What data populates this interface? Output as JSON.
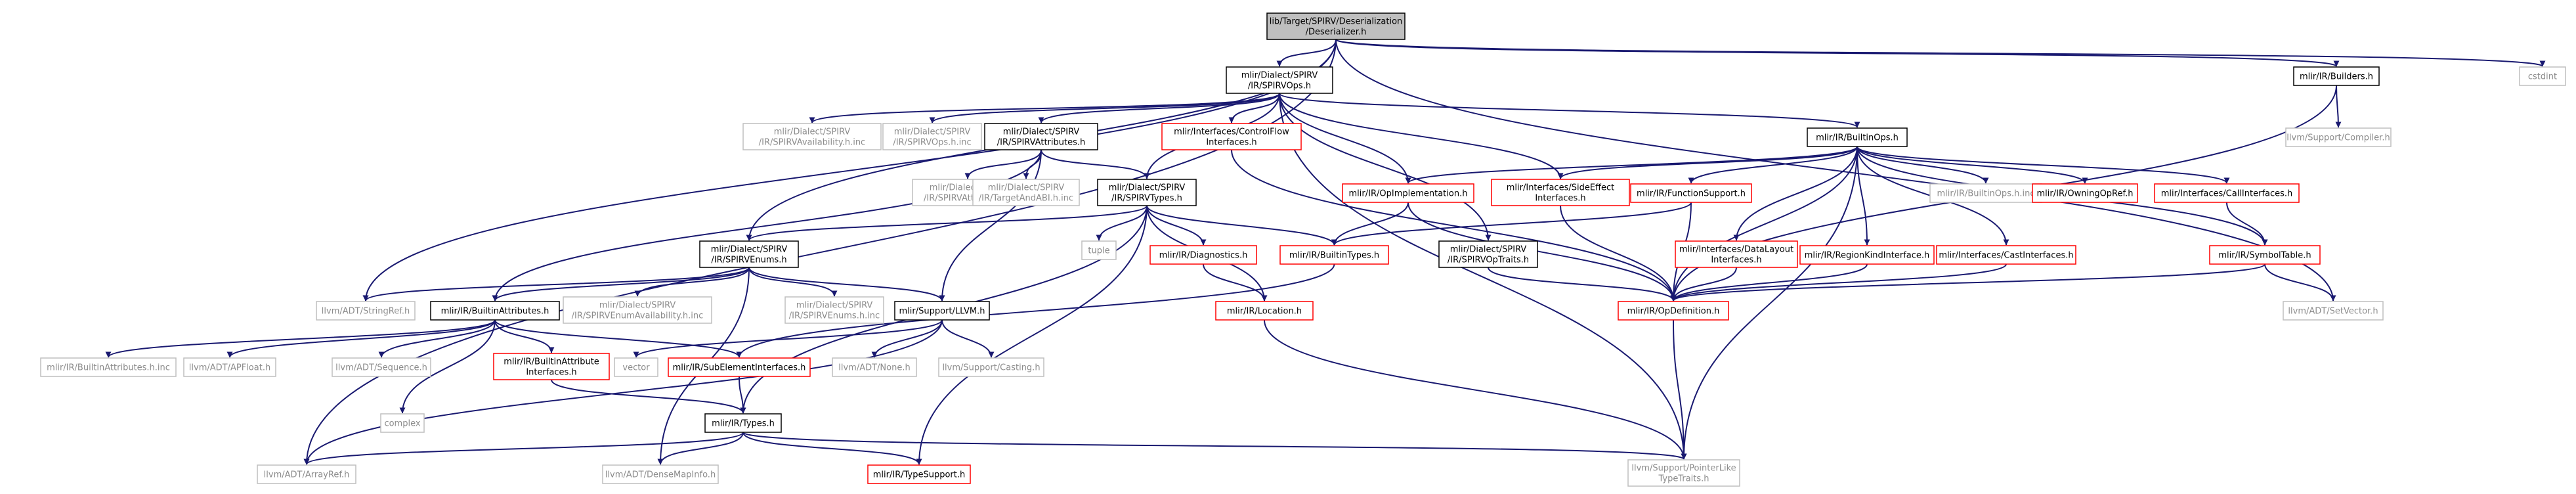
{
  "colors": {
    "edge": "#191970",
    "border_normal": "#000000",
    "border_missing": "#bfbfbf",
    "border_truncated": "#ff0000",
    "fill_root": "#bfbfbf",
    "fill_node": "#ffffff",
    "text_missing": "#8c8c8c"
  },
  "nodes": [
    {
      "id": "root",
      "lines": [
        "lib/Target/SPIRV/Deserialization",
        "/Deserializer.h"
      ],
      "kind": "root"
    },
    {
      "id": "spirvops",
      "lines": [
        "mlir/Dialect/SPIRV",
        "/IR/SPIRVOps.h"
      ],
      "kind": "normal"
    },
    {
      "id": "builders",
      "lines": [
        "mlir/IR/Builders.h"
      ],
      "kind": "normal"
    },
    {
      "id": "cstdint",
      "lines": [
        "cstdint"
      ],
      "kind": "missing"
    },
    {
      "id": "availinc",
      "lines": [
        "mlir/Dialect/SPIRV",
        "/IR/SPIRVAvailability.h.inc"
      ],
      "kind": "missing"
    },
    {
      "id": "opsinc",
      "lines": [
        "mlir/Dialect/SPIRV",
        "/IR/SPIRVOps.h.inc"
      ],
      "kind": "missing"
    },
    {
      "id": "attrs",
      "lines": [
        "mlir/Dialect/SPIRV",
        "/IR/SPIRVAttributes.h"
      ],
      "kind": "normal"
    },
    {
      "id": "cfiface",
      "lines": [
        "mlir/Interfaces/ControlFlow",
        "Interfaces.h"
      ],
      "kind": "truncated"
    },
    {
      "id": "builtinops",
      "lines": [
        "mlir/IR/BuiltinOps.h"
      ],
      "kind": "normal"
    },
    {
      "id": "compiler",
      "lines": [
        "llvm/Support/Compiler.h"
      ],
      "kind": "missing"
    },
    {
      "id": "attrutils",
      "lines": [
        "mlir/Dialect/SPIRV",
        "/IR/SPIRVAttrUtils.inc"
      ],
      "kind": "missing"
    },
    {
      "id": "targetabi",
      "lines": [
        "mlir/Dialect/SPIRV",
        "/IR/TargetAndABI.h.inc"
      ],
      "kind": "missing"
    },
    {
      "id": "types",
      "lines": [
        "mlir/Dialect/SPIRV",
        "/IR/SPIRVTypes.h"
      ],
      "kind": "normal"
    },
    {
      "id": "opimpl",
      "lines": [
        "mlir/IR/OpImplementation.h"
      ],
      "kind": "truncated"
    },
    {
      "id": "sideeff",
      "lines": [
        "mlir/Interfaces/SideEffect",
        "Interfaces.h"
      ],
      "kind": "truncated"
    },
    {
      "id": "funcsupport",
      "lines": [
        "mlir/IR/FunctionSupport.h"
      ],
      "kind": "truncated"
    },
    {
      "id": "builtinopsinc",
      "lines": [
        "mlir/IR/BuiltinOps.h.inc"
      ],
      "kind": "missing"
    },
    {
      "id": "owningopref",
      "lines": [
        "mlir/IR/OwningOpRef.h"
      ],
      "kind": "truncated"
    },
    {
      "id": "calliface",
      "lines": [
        "mlir/Interfaces/CallInterfaces.h"
      ],
      "kind": "truncated"
    },
    {
      "id": "enums",
      "lines": [
        "mlir/Dialect/SPIRV",
        "/IR/SPIRVEnums.h"
      ],
      "kind": "normal"
    },
    {
      "id": "tuple",
      "lines": [
        "tuple"
      ],
      "kind": "missing"
    },
    {
      "id": "diagnostics",
      "lines": [
        "mlir/IR/Diagnostics.h"
      ],
      "kind": "truncated"
    },
    {
      "id": "builtintypes",
      "lines": [
        "mlir/IR/BuiltinTypes.h"
      ],
      "kind": "truncated"
    },
    {
      "id": "optraits",
      "lines": [
        "mlir/Dialect/SPIRV",
        "/IR/SPIRVOpTraits.h"
      ],
      "kind": "normal"
    },
    {
      "id": "dlayout",
      "lines": [
        "mlir/Interfaces/DataLayout",
        "Interfaces.h"
      ],
      "kind": "truncated"
    },
    {
      "id": "regionkind",
      "lines": [
        "mlir/IR/RegionKindInterface.h"
      ],
      "kind": "truncated"
    },
    {
      "id": "castiface",
      "lines": [
        "mlir/Interfaces/CastInterfaces.h"
      ],
      "kind": "truncated"
    },
    {
      "id": "symtable",
      "lines": [
        "mlir/IR/SymbolTable.h"
      ],
      "kind": "truncated"
    },
    {
      "id": "stringref",
      "lines": [
        "llvm/ADT/StringRef.h"
      ],
      "kind": "missing"
    },
    {
      "id": "builtinattrs",
      "lines": [
        "mlir/IR/BuiltinAttributes.h"
      ],
      "kind": "normal"
    },
    {
      "id": "enumavail",
      "lines": [
        "mlir/Dialect/SPIRV",
        "/IR/SPIRVEnumAvailability.h.inc"
      ],
      "kind": "missing"
    },
    {
      "id": "enumsinc",
      "lines": [
        "mlir/Dialect/SPIRV",
        "/IR/SPIRVEnums.h.inc"
      ],
      "kind": "missing"
    },
    {
      "id": "llvmh",
      "lines": [
        "mlir/Support/LLVM.h"
      ],
      "kind": "normal"
    },
    {
      "id": "location",
      "lines": [
        "mlir/IR/Location.h"
      ],
      "kind": "truncated"
    },
    {
      "id": "opdef",
      "lines": [
        "mlir/IR/OpDefinition.h"
      ],
      "kind": "truncated"
    },
    {
      "id": "setvector",
      "lines": [
        "llvm/ADT/SetVector.h"
      ],
      "kind": "missing"
    },
    {
      "id": "battrinc",
      "lines": [
        "mlir/IR/BuiltinAttributes.h.inc"
      ],
      "kind": "missing"
    },
    {
      "id": "apfloat",
      "lines": [
        "llvm/ADT/APFloat.h"
      ],
      "kind": "missing"
    },
    {
      "id": "sequence",
      "lines": [
        "llvm/ADT/Sequence.h"
      ],
      "kind": "missing"
    },
    {
      "id": "battriface",
      "lines": [
        "mlir/IR/BuiltinAttribute",
        "Interfaces.h"
      ],
      "kind": "truncated"
    },
    {
      "id": "vector",
      "lines": [
        "vector"
      ],
      "kind": "missing"
    },
    {
      "id": "subelem",
      "lines": [
        "mlir/IR/SubElementInterfaces.h"
      ],
      "kind": "truncated"
    },
    {
      "id": "adtnone",
      "lines": [
        "llvm/ADT/None.h"
      ],
      "kind": "missing"
    },
    {
      "id": "casting",
      "lines": [
        "llvm/Support/Casting.h"
      ],
      "kind": "missing"
    },
    {
      "id": "complex",
      "lines": [
        "complex"
      ],
      "kind": "missing"
    },
    {
      "id": "irtypes",
      "lines": [
        "mlir/IR/Types.h"
      ],
      "kind": "normal"
    },
    {
      "id": "arrayref",
      "lines": [
        "llvm/ADT/ArrayRef.h"
      ],
      "kind": "missing"
    },
    {
      "id": "densemap",
      "lines": [
        "llvm/ADT/DenseMapInfo.h"
      ],
      "kind": "missing"
    },
    {
      "id": "typesupport",
      "lines": [
        "mlir/IR/TypeSupport.h"
      ],
      "kind": "truncated"
    },
    {
      "id": "ptrlike",
      "lines": [
        "llvm/Support/PointerLike",
        "TypeTraits.h"
      ],
      "kind": "missing"
    }
  ],
  "edges": [
    [
      "root",
      "spirvops"
    ],
    [
      "root",
      "builders"
    ],
    [
      "root",
      "cstdint"
    ],
    [
      "root",
      "enums"
    ],
    [
      "root",
      "stringref"
    ],
    [
      "root",
      "arrayref"
    ],
    [
      "root",
      "setvector"
    ],
    [
      "spirvops",
      "availinc"
    ],
    [
      "spirvops",
      "opsinc"
    ],
    [
      "spirvops",
      "attrs"
    ],
    [
      "spirvops",
      "cfiface"
    ],
    [
      "spirvops",
      "builtinops"
    ],
    [
      "spirvops",
      "types"
    ],
    [
      "spirvops",
      "opimpl"
    ],
    [
      "spirvops",
      "sideeff"
    ],
    [
      "spirvops",
      "optraits"
    ],
    [
      "spirvops",
      "ptrlike"
    ],
    [
      "builders",
      "compiler"
    ],
    [
      "builders",
      "opdef"
    ],
    [
      "attrs",
      "attrutils"
    ],
    [
      "attrs",
      "targetabi"
    ],
    [
      "attrs",
      "types"
    ],
    [
      "attrs",
      "builtinattrs"
    ],
    [
      "attrs",
      "llvmh"
    ],
    [
      "cfiface",
      "opdef"
    ],
    [
      "builtinops",
      "opimpl"
    ],
    [
      "builtinops",
      "sideeff"
    ],
    [
      "builtinops",
      "funcsupport"
    ],
    [
      "builtinops",
      "builtinopsinc"
    ],
    [
      "builtinops",
      "owningopref"
    ],
    [
      "builtinops",
      "calliface"
    ],
    [
      "builtinops",
      "symtable"
    ],
    [
      "builtinops",
      "dlayout"
    ],
    [
      "builtinops",
      "regionkind"
    ],
    [
      "builtinops",
      "castiface"
    ],
    [
      "builtinops",
      "opdef"
    ],
    [
      "builtinops",
      "ptrlike"
    ],
    [
      "types",
      "enums"
    ],
    [
      "types",
      "tuple"
    ],
    [
      "types",
      "diagnostics"
    ],
    [
      "types",
      "builtintypes"
    ],
    [
      "types",
      "location"
    ],
    [
      "types",
      "irtypes"
    ],
    [
      "types",
      "typesupport"
    ],
    [
      "opimpl",
      "builtintypes"
    ],
    [
      "opimpl",
      "opdef"
    ],
    [
      "sideeff",
      "opdef"
    ],
    [
      "funcsupport",
      "builtintypes"
    ],
    [
      "funcsupport",
      "opdef"
    ],
    [
      "calliface",
      "symtable"
    ],
    [
      "enums",
      "stringref"
    ],
    [
      "enums",
      "builtinattrs"
    ],
    [
      "enums",
      "enumavail"
    ],
    [
      "enums",
      "enumsinc"
    ],
    [
      "enums",
      "llvmh"
    ],
    [
      "enums",
      "densemap"
    ],
    [
      "diagnostics",
      "location"
    ],
    [
      "builtintypes",
      "subelem"
    ],
    [
      "optraits",
      "opdef"
    ],
    [
      "dlayout",
      "opdef"
    ],
    [
      "regionkind",
      "opdef"
    ],
    [
      "castiface",
      "opdef"
    ],
    [
      "symtable",
      "opdef"
    ],
    [
      "symtable",
      "setvector"
    ],
    [
      "builtinattrs",
      "battrinc"
    ],
    [
      "builtinattrs",
      "apfloat"
    ],
    [
      "builtinattrs",
      "sequence"
    ],
    [
      "builtinattrs",
      "battriface"
    ],
    [
      "builtinattrs",
      "subelem"
    ],
    [
      "builtinattrs",
      "complex"
    ],
    [
      "llvmh",
      "vector"
    ],
    [
      "llvmh",
      "adtnone"
    ],
    [
      "llvmh",
      "casting"
    ],
    [
      "llvmh",
      "arrayref"
    ],
    [
      "location",
      "ptrlike"
    ],
    [
      "opdef",
      "ptrlike"
    ],
    [
      "battriface",
      "irtypes"
    ],
    [
      "subelem",
      "irtypes"
    ],
    [
      "irtypes",
      "arrayref"
    ],
    [
      "irtypes",
      "densemap"
    ],
    [
      "irtypes",
      "typesupport"
    ],
    [
      "irtypes",
      "ptrlike"
    ]
  ]
}
